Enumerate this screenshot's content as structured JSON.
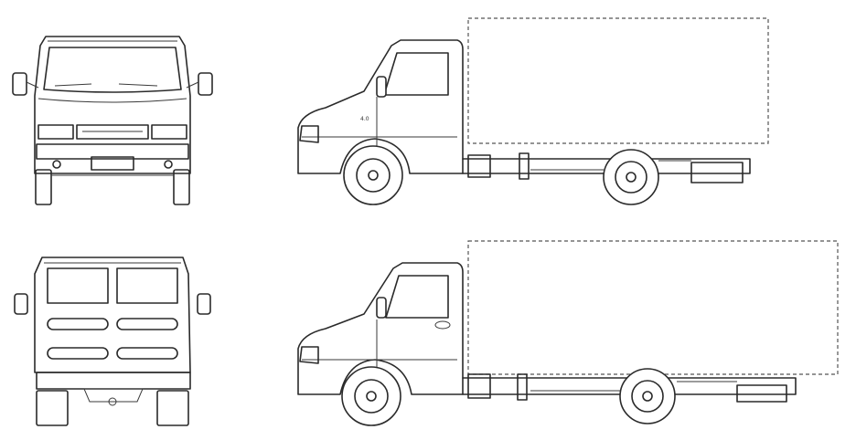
{
  "badge_text": "4.0",
  "colors": {
    "line": "#2a2a2a",
    "background": "#ffffff",
    "cargo_box_outline": "#555555"
  },
  "views": [
    {
      "id": "front-view-top",
      "kind": "front"
    },
    {
      "id": "side-view-top",
      "kind": "side",
      "cargo_box": "dashed"
    },
    {
      "id": "rear-view-bottom",
      "kind": "rear"
    },
    {
      "id": "side-view-bottom",
      "kind": "side",
      "cargo_box": "dashed"
    }
  ]
}
